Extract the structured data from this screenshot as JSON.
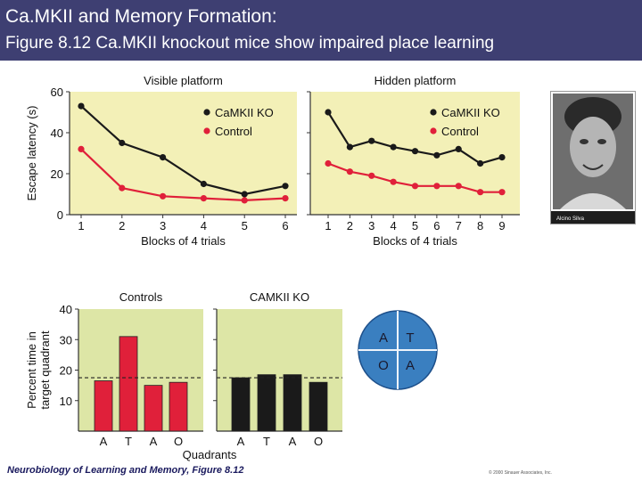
{
  "header": {
    "title": "Ca.MKII and Memory Formation:",
    "subtitle": "Figure 8.12  Ca.MKII knockout mice show impaired place learning"
  },
  "colors": {
    "header_bg": "#3e3f72",
    "panel_bg": "#f3f0b7",
    "bar_panel_bg": "#dde6a6",
    "ko": "#1a1a1a",
    "control": "#e0203a",
    "circle": "#3a7fc0"
  },
  "photo": {
    "caption": "Alcino Silva"
  },
  "caption": "Neurobiology of Learning and Memory, Figure 8.12",
  "copyright": "© 2000 Sinauer Associates, Inc.",
  "quadrant_labels": [
    "A",
    "T",
    "O",
    "A"
  ],
  "chart_data": [
    {
      "type": "line",
      "title": "Visible platform",
      "xlabel": "Blocks of 4 trials",
      "ylabel": "Escape latency (s)",
      "ylim": [
        0,
        60
      ],
      "yticks": [
        "0",
        "20",
        "40",
        "60"
      ],
      "x": [
        1,
        2,
        3,
        4,
        5,
        6
      ],
      "series": [
        {
          "name": "CaMKII KO",
          "values": [
            53,
            35,
            28,
            15,
            10,
            14
          ]
        },
        {
          "name": "Control",
          "values": [
            32,
            13,
            9,
            8,
            7,
            8
          ]
        }
      ],
      "legend": "top-right"
    },
    {
      "type": "line",
      "title": "Hidden platform",
      "xlabel": "Blocks of 4 trials",
      "ylim": [
        0,
        60
      ],
      "x": [
        1,
        2,
        3,
        4,
        5,
        6,
        7,
        8,
        9
      ],
      "series": [
        {
          "name": "CaMKII KO",
          "values": [
            50,
            33,
            36,
            33,
            31,
            29,
            32,
            25,
            28
          ]
        },
        {
          "name": "Control",
          "values": [
            25,
            21,
            19,
            16,
            14,
            14,
            14,
            11,
            11
          ]
        }
      ],
      "legend": "top-right"
    },
    {
      "type": "bar",
      "title": "Controls",
      "ylabel_line1": "Percent time in",
      "ylabel_line2": "target quadrant",
      "ylim": [
        0,
        40
      ],
      "yticks": [
        "10",
        "20",
        "30",
        "40"
      ],
      "categories": [
        "A",
        "T",
        "A",
        "O"
      ],
      "values": [
        16.5,
        31,
        15,
        16
      ],
      "reference_line": 17.5
    },
    {
      "type": "bar",
      "title": "CAMKII KO",
      "xlabel": "Quadrants",
      "ylim": [
        0,
        40
      ],
      "categories": [
        "A",
        "T",
        "A",
        "O"
      ],
      "values": [
        17.5,
        18.5,
        18.5,
        16
      ],
      "reference_line": 17.5
    }
  ]
}
